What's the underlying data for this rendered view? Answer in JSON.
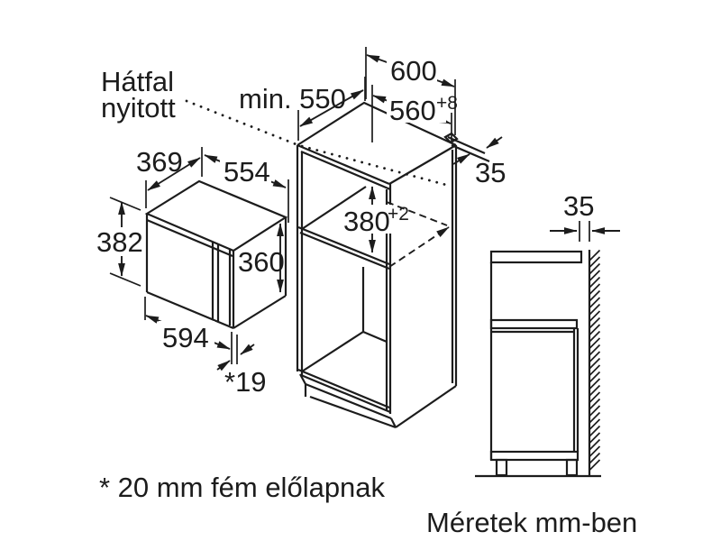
{
  "colors": {
    "ink": "#1c1c1c",
    "paper": "#ffffff"
  },
  "notes": {
    "back_wall_line1": "Hátfal",
    "back_wall_line2": "nyitott",
    "footnote": "* 20 mm fém előlapnak",
    "units": "Méretek mm-ben"
  },
  "dims": {
    "cabinet_width": "600",
    "niche_width": "560",
    "niche_width_tol": "+8",
    "min_depth": "min. 550",
    "top_side_gap": "35",
    "mw_depth": "369",
    "mw_width": "554",
    "mw_height": "382",
    "mw_side_height": "360",
    "niche_height": "380",
    "niche_height_tol": "+2",
    "mw_front_width": "594",
    "front_protrusion": "*19",
    "wall_gap": "35"
  }
}
